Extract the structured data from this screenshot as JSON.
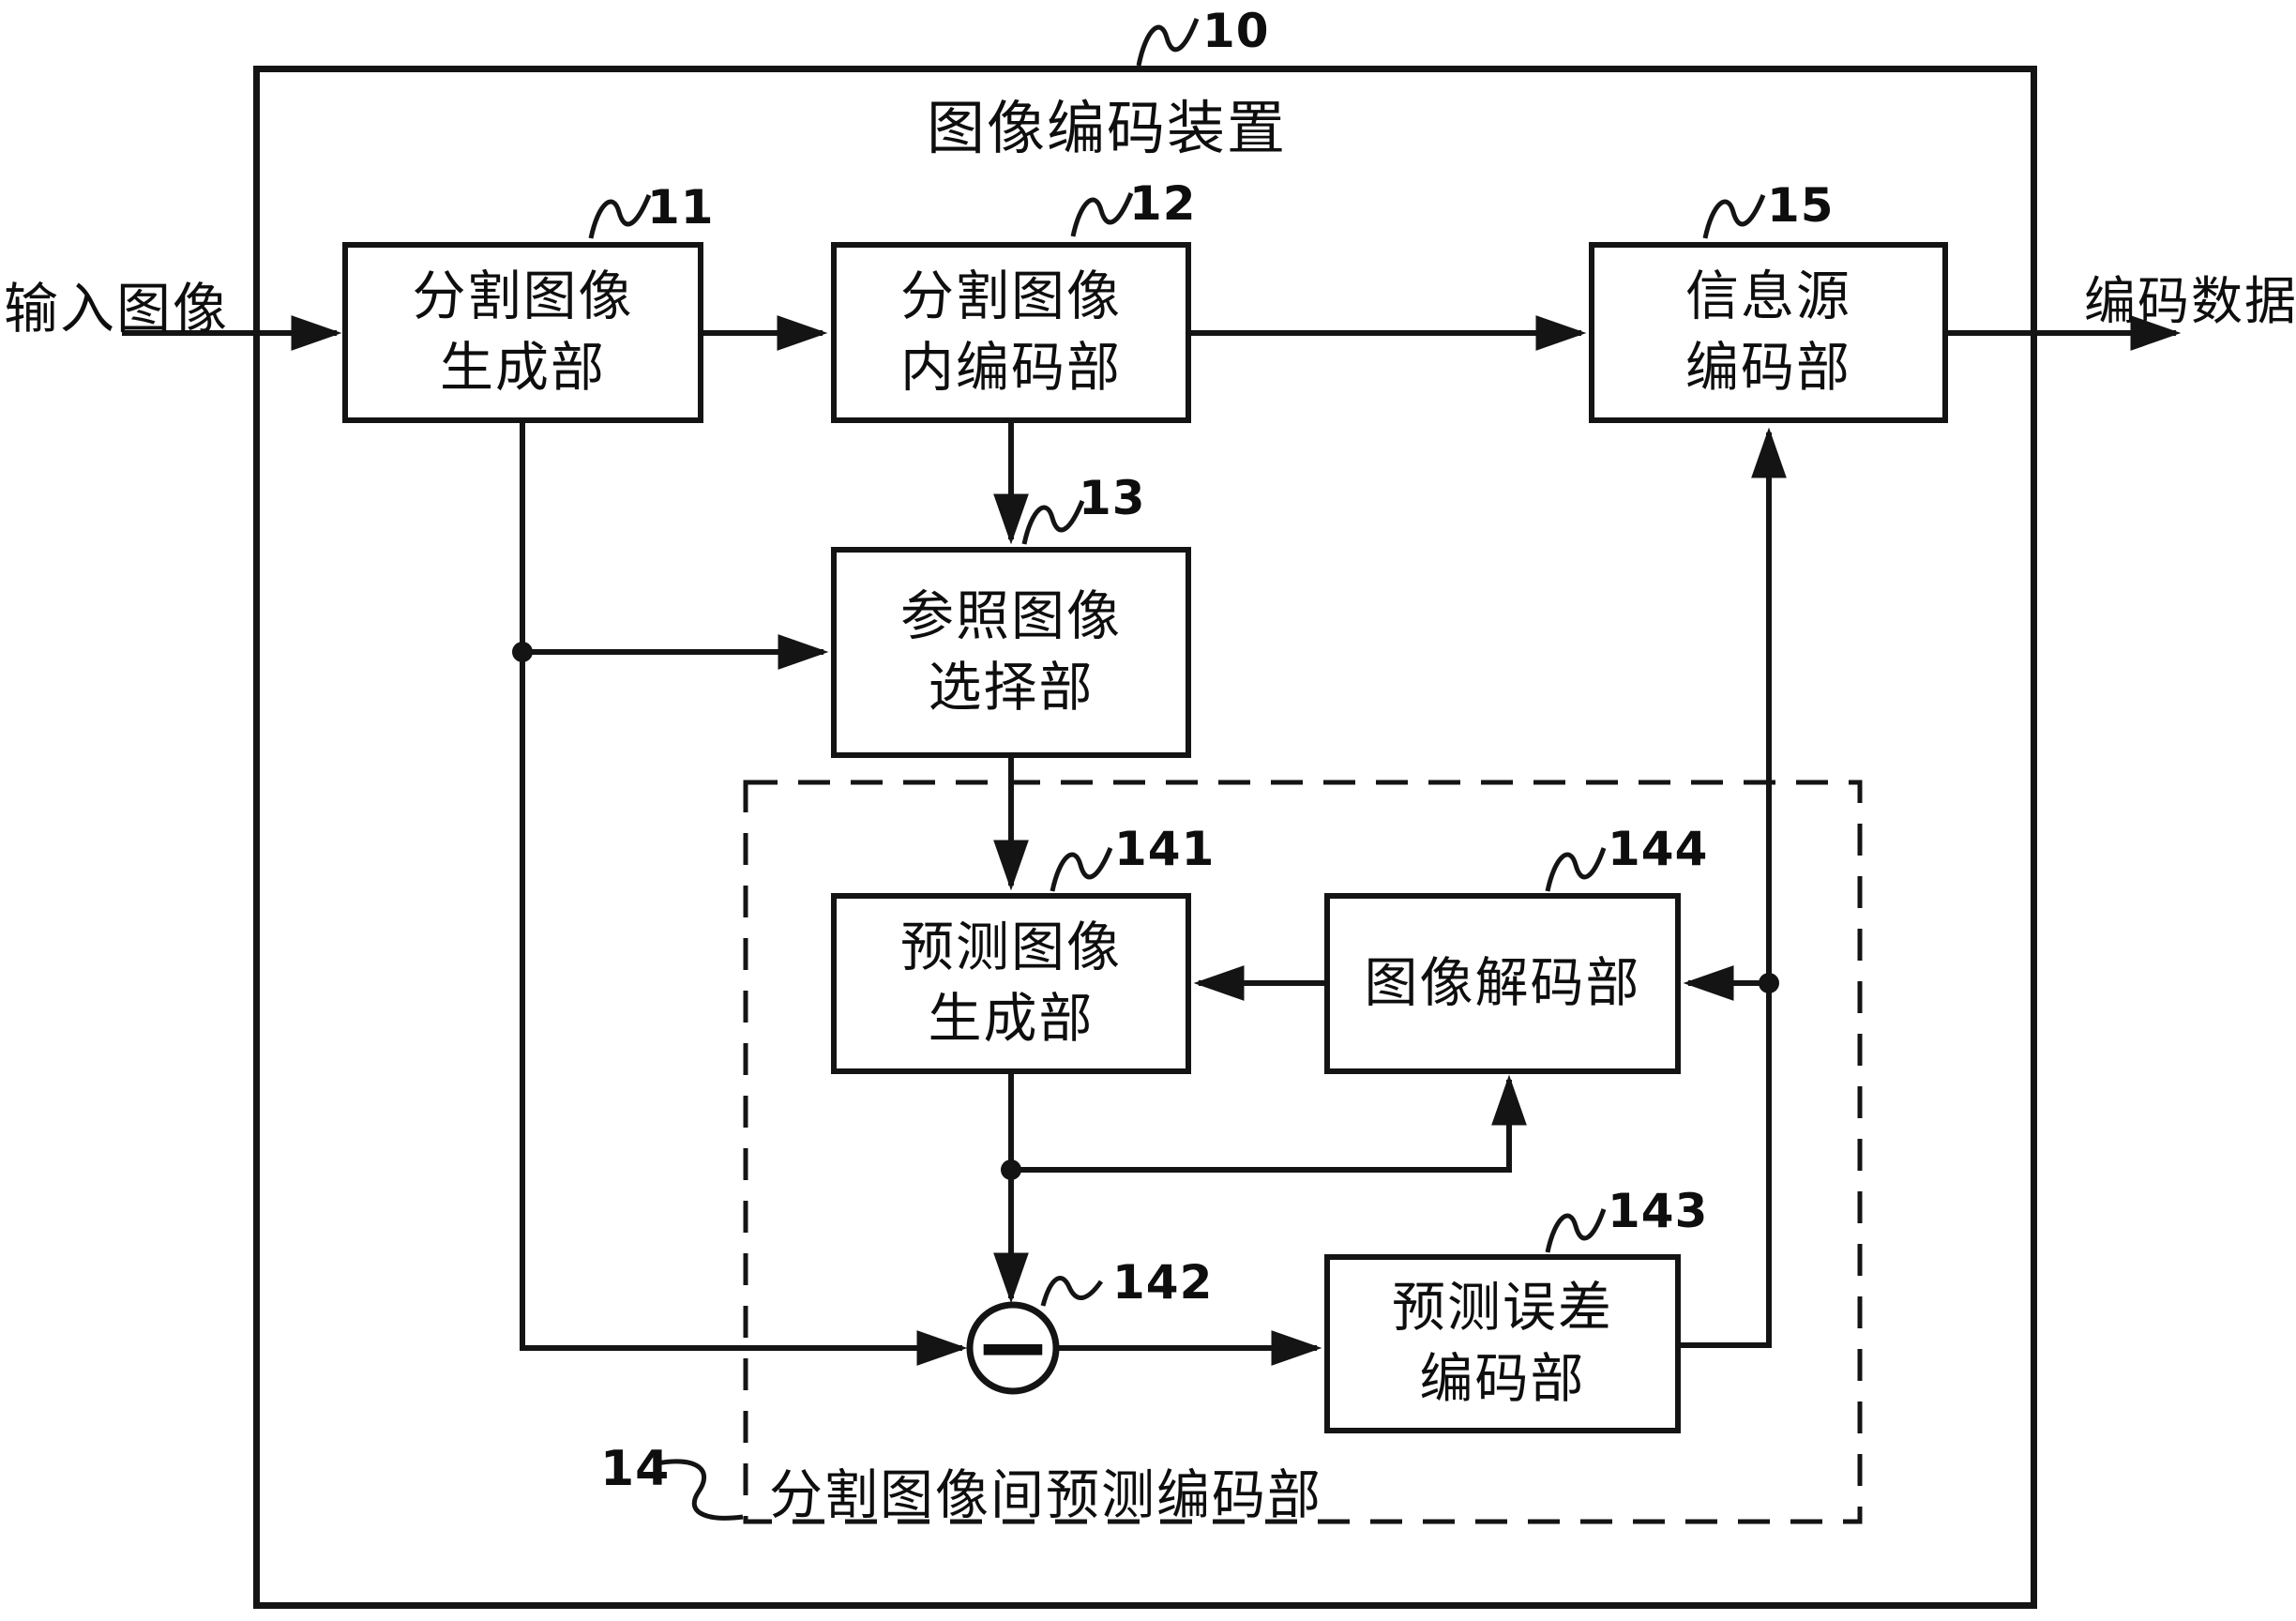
{
  "page": {
    "figure": {
      "device_ref": "10",
      "device_title": "图像编码装置",
      "input_label": "输入图像",
      "output_label": "编码数据"
    },
    "blocks": {
      "b11": {
        "ref": "11",
        "line1": "分割图像",
        "line2": "生成部"
      },
      "b12": {
        "ref": "12",
        "line1": "分割图像",
        "line2": "内编码部"
      },
      "b13": {
        "ref": "13",
        "line1": "参照图像",
        "line2": "选择部"
      },
      "b15": {
        "ref": "15",
        "line1": "信息源",
        "line2": "编码部"
      },
      "b141": {
        "ref": "141",
        "line1": "预测图像",
        "line2": "生成部"
      },
      "b142": {
        "ref": "142",
        "symbol": "−"
      },
      "b143": {
        "ref": "143",
        "line1": "预测误差",
        "line2": "编码部"
      },
      "b144": {
        "ref": "144",
        "line1": "图像解码部"
      }
    },
    "group": {
      "ref": "14",
      "label": "分割图像间预测编码部"
    },
    "colors": {
      "ink": "#141414",
      "paper": "#ffffff"
    }
  }
}
